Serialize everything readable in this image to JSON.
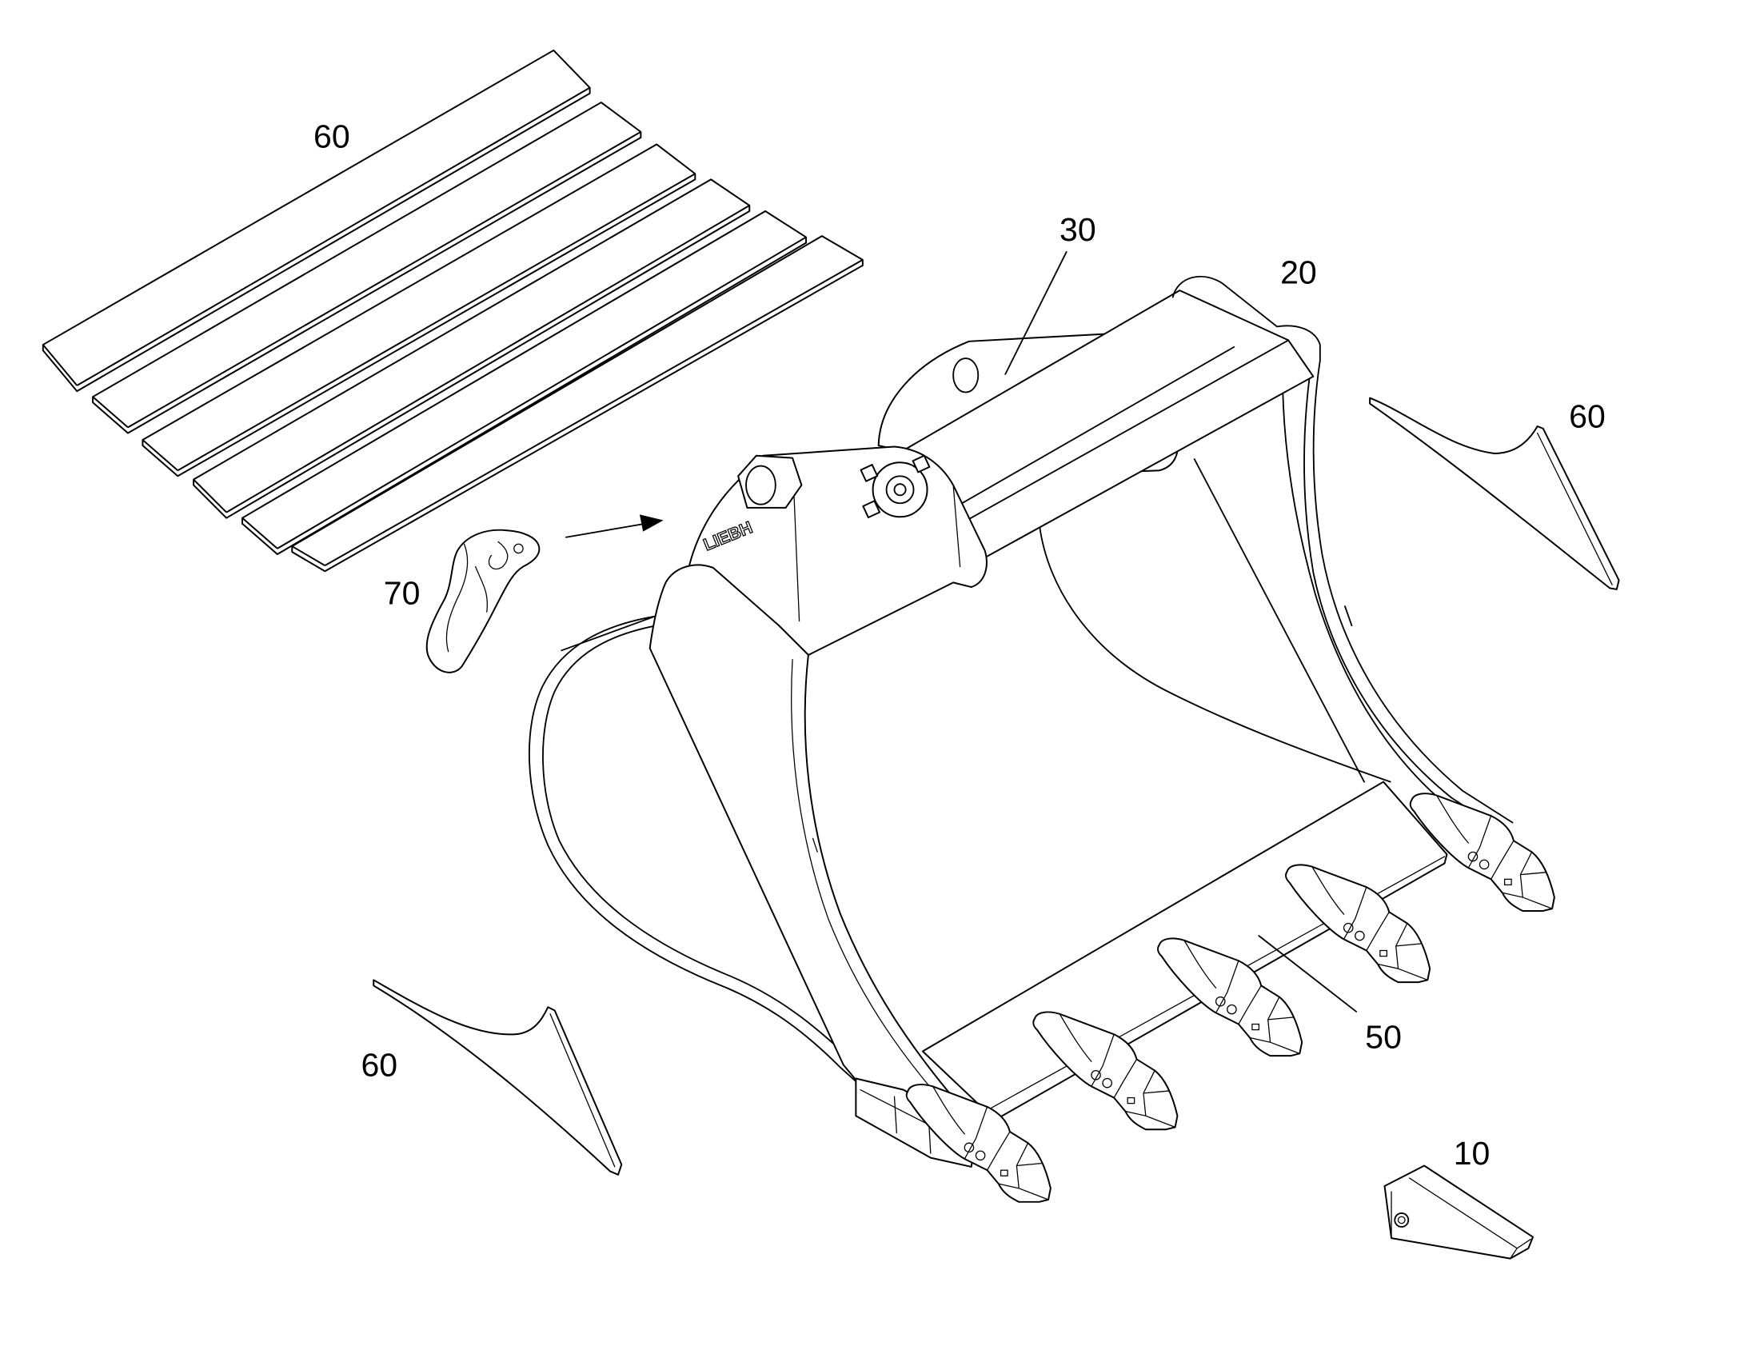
{
  "labels": {
    "strips": "60",
    "bracket": "30",
    "body": "20",
    "side_right": "60",
    "piece": "70",
    "side_left": "60",
    "lip": "50",
    "tip": "10"
  },
  "logo_text": "LIEBH"
}
